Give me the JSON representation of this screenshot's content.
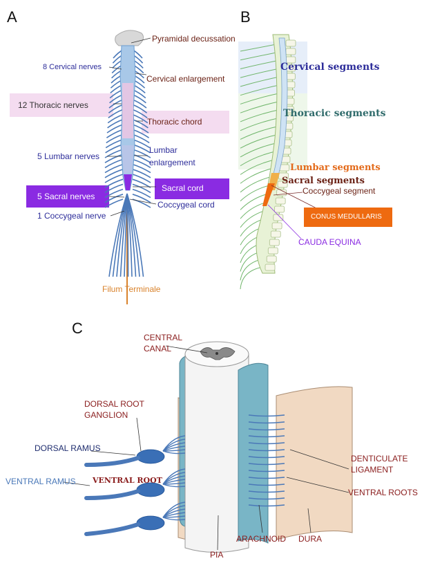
{
  "panels": {
    "a": "A",
    "b": "B",
    "c": "C"
  },
  "panelA": {
    "pyramidal": "Pyramidal decussation",
    "cervical_nerves": "8 Cervical nerves",
    "cervical_enlargement": "Cervical enlargement",
    "thoracic_nerves": "12 Thoracic nerves",
    "thoracic_chord": "Thoracic chord",
    "lumbar_nerves": "5 Lumbar nerves",
    "lumbar_enl_1": "Lumbar",
    "lumbar_enl_2": "enlargement",
    "sacral_nerves": "5 Sacral nerves",
    "sacral_cord": "Sacral cord",
    "coccygeal_cord": "Coccygeal cord",
    "coccygeal_nerve": "1 Coccygeal nerve",
    "filum": "Filum Terminale"
  },
  "panelB": {
    "cervical": "Cervical segments",
    "thoracic": "Thoracic segments",
    "lumbar": "Lumbar segments",
    "sacral": "Sacral segments",
    "coccygeal": "Coccygeal segment",
    "conus": "CONUS MEDULLARIS",
    "cauda": "CAUDA EQUINA"
  },
  "panelC": {
    "central_1": "CENTRAL",
    "central_2": "CANAL",
    "drg_1": "DORSAL ROOT",
    "drg_2": "GANGLION",
    "dorsal_ramus": "DORSAL RAMUS",
    "ventral_ramus": "VENTRAL RAMUS",
    "ventral_root": "VENTRAL ROOT",
    "denticulate_1": "DENTICULATE",
    "denticulate_2": "LIGAMENT",
    "ventral_roots": "VENTRAL ROOTS",
    "pia": "PIA",
    "arachnoid": "ARACHNOID",
    "dura": "DURA"
  },
  "colors": {
    "nerve_blue": "#4a78b8",
    "cord_light": "#a8c8e8",
    "thoracic_pink": "#f3dcef",
    "sacral_purple": "#8a2be2",
    "conus_orange": "#ee6a10",
    "filum_orange": "#d9822b",
    "label_blue": "#2d2d9a",
    "label_brown": "#6b2216"
  }
}
